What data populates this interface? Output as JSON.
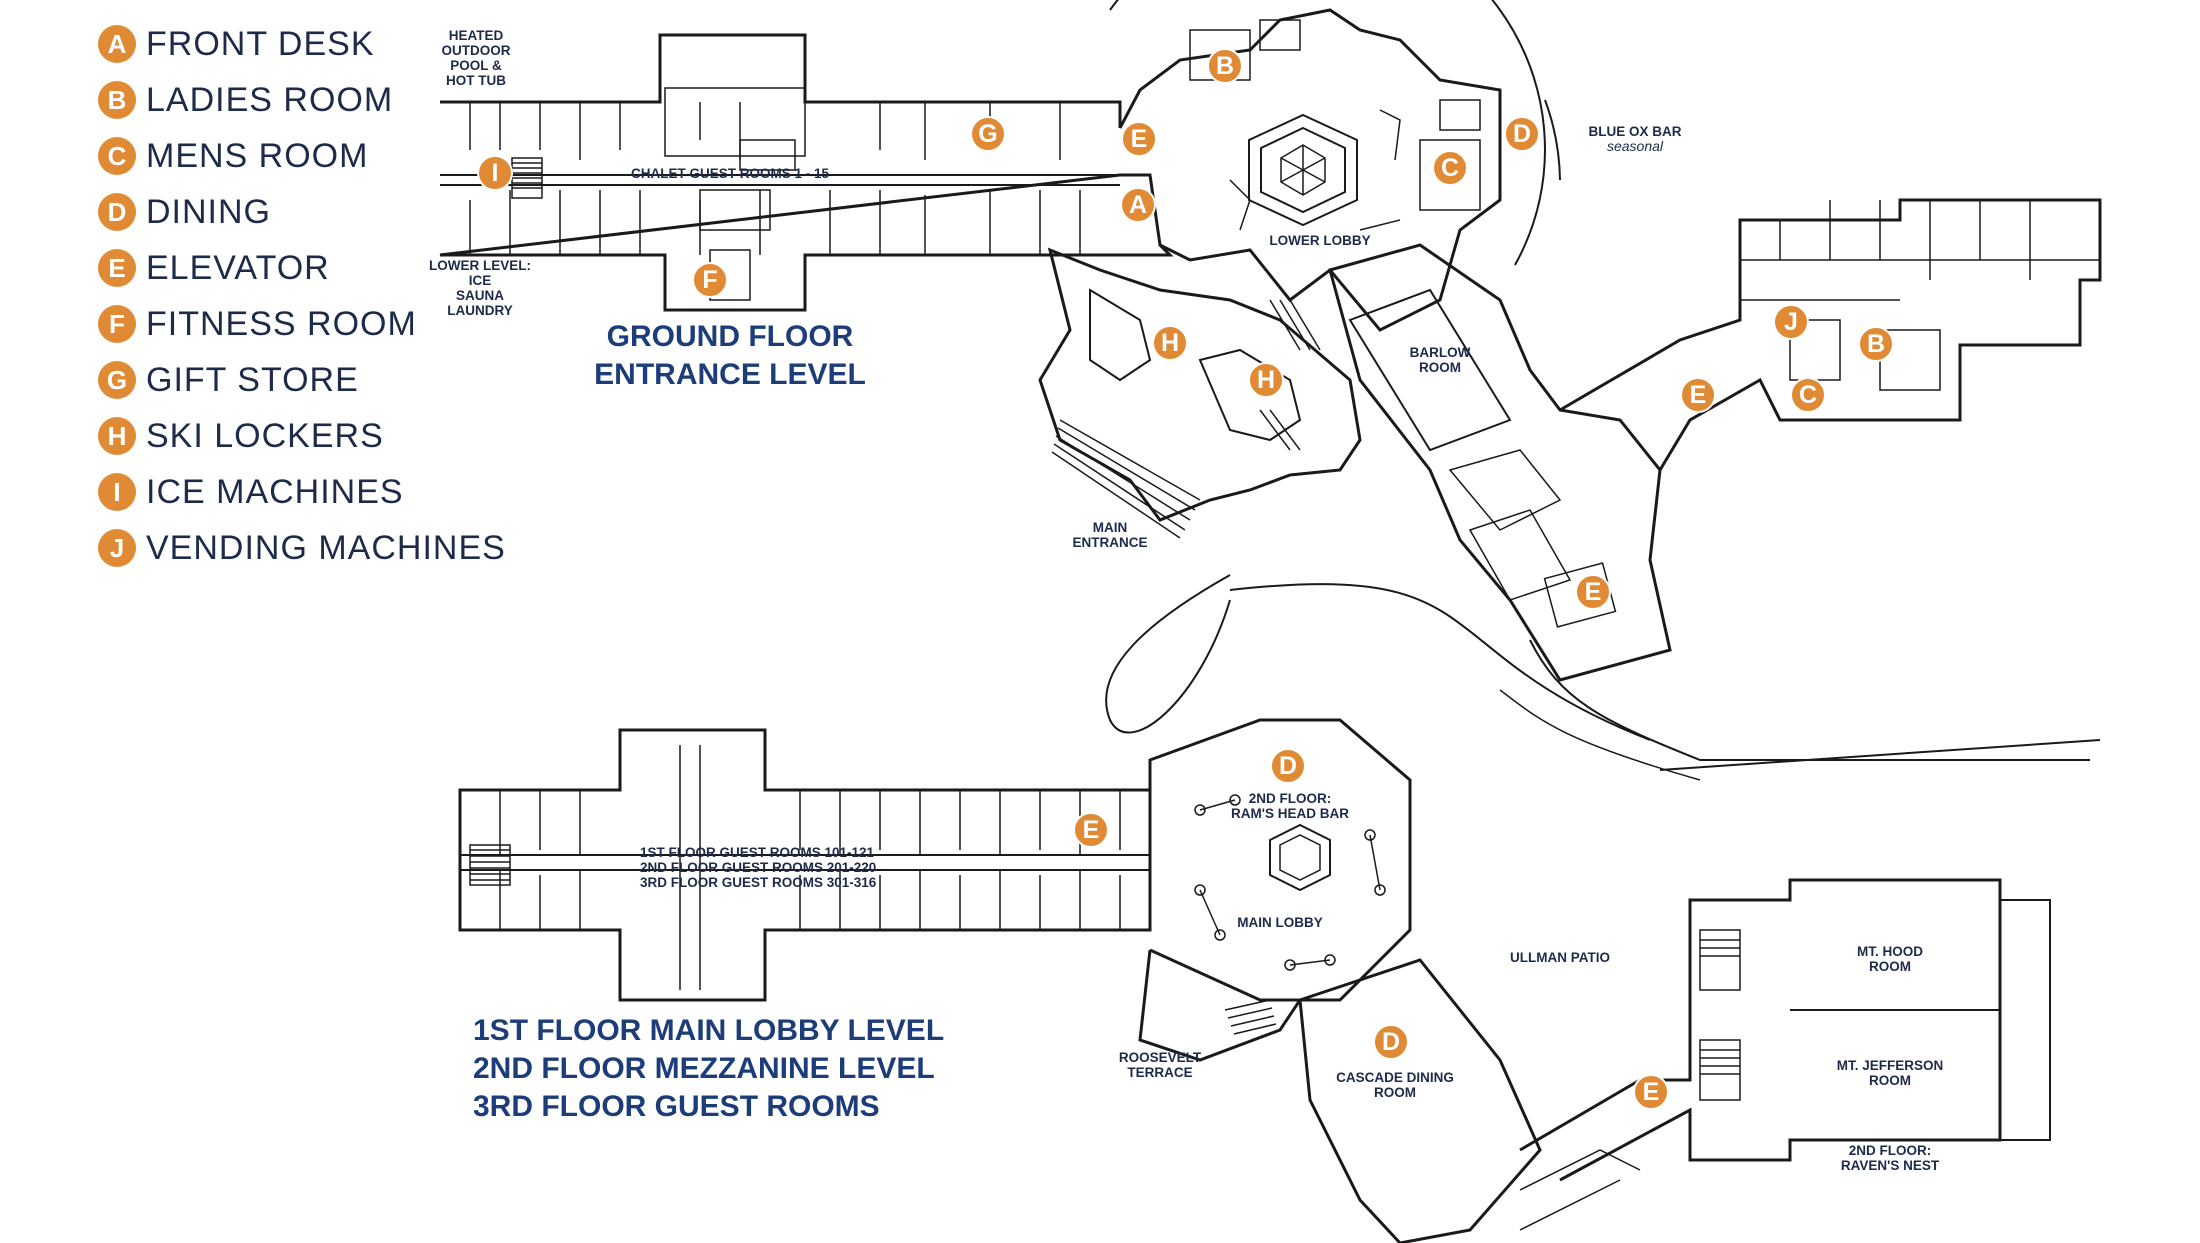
{
  "legend": [
    {
      "letter": "A",
      "label": "FRONT DESK"
    },
    {
      "letter": "B",
      "label": "LADIES ROOM"
    },
    {
      "letter": "C",
      "label": "MENS ROOM"
    },
    {
      "letter": "D",
      "label": "DINING"
    },
    {
      "letter": "E",
      "label": "ELEVATOR"
    },
    {
      "letter": "F",
      "label": "FITNESS ROOM"
    },
    {
      "letter": "G",
      "label": "GIFT STORE"
    },
    {
      "letter": "H",
      "label": "SKI LOCKERS"
    },
    {
      "letter": "I",
      "label": "ICE MACHINES"
    },
    {
      "letter": "J",
      "label": "VENDING MACHINES"
    }
  ],
  "ground_floor": {
    "title_line1": "GROUND FLOOR",
    "title_line2": "ENTRANCE LEVEL",
    "labels": {
      "pool_1": "HEATED",
      "pool_2": "OUTDOOR",
      "pool_3": "POOL &",
      "pool_4": "HOT TUB",
      "lower_1": "LOWER LEVEL:",
      "lower_2": "ICE",
      "lower_3": "SAUNA",
      "lower_4": "LAUNDRY",
      "chalet": "CHALET GUEST ROOMS 1 - 15",
      "lower_lobby": "LOWER LOBBY",
      "blue_ox": "BLUE OX BAR",
      "seasonal": "seasonal",
      "barlow_1": "BARLOW",
      "barlow_2": "ROOM",
      "main_entrance_1": "MAIN",
      "main_entrance_2": "ENTRANCE"
    }
  },
  "upper_floors": {
    "title_line1": "1ST FLOOR MAIN LOBBY LEVEL",
    "title_line2": "2ND FLOOR MEZZANINE LEVEL",
    "title_line3": "3RD FLOOR GUEST ROOMS",
    "labels": {
      "guest_1": "1ST FLOOR GUEST ROOMS 101-121",
      "guest_2": "2ND FLOOR GUEST ROOMS 201-220",
      "guest_3": "3RD FLOOR GUEST ROOMS 301-316",
      "rams_1": "2ND FLOOR:",
      "rams_2": "RAM'S HEAD BAR",
      "main_lobby": "MAIN LOBBY",
      "ullman": "ULLMAN PATIO",
      "hood_1": "MT. HOOD",
      "hood_2": "ROOM",
      "jefferson_1": "MT. JEFFERSON",
      "jefferson_2": "ROOM",
      "ravens_1": "2ND FLOOR:",
      "ravens_2": "RAVEN'S NEST",
      "roosevelt_1": "ROOSEVELT",
      "roosevelt_2": "TERRACE",
      "cascade_1": "CASCADE DINING",
      "cascade_2": "ROOM"
    }
  },
  "markers": {
    "b1": "B",
    "e1": "E",
    "d1": "D",
    "g1": "G",
    "i1": "I",
    "c1": "C",
    "a1": "A",
    "f1": "F",
    "h1": "H",
    "h2": "H",
    "j1": "J",
    "b2": "B",
    "e2": "E",
    "c2": "C",
    "e3": "E",
    "d2": "D",
    "e4": "E",
    "d3": "D",
    "e5": "E"
  },
  "colors": {
    "marker": "#e08a35",
    "label_text": "#1e2a4a",
    "title_text": "#1d3d7a",
    "walls": "#1a1a1a"
  }
}
